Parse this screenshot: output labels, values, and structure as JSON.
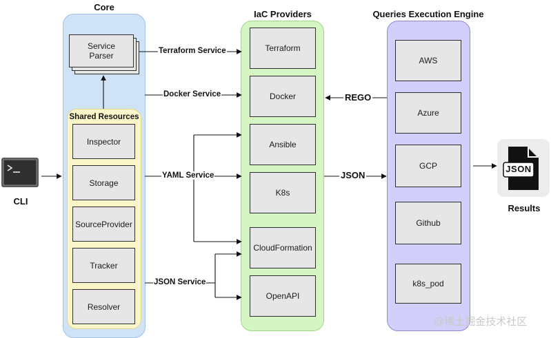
{
  "core": {
    "title": "Core",
    "service_parser": "Service Parser",
    "shared_resources": {
      "title": "Shared Resources",
      "items": [
        "Inspector",
        "Storage",
        "SourceProvider",
        "Tracker",
        "Resolver"
      ]
    }
  },
  "iac": {
    "title": "IaC Providers",
    "items": [
      "Terraform",
      "Docker",
      "Ansible",
      "K8s",
      "CloudFormation",
      "OpenAPI"
    ]
  },
  "engine": {
    "title": "Queries Execution Engine",
    "items": [
      "AWS",
      "Azure",
      "GCP",
      "Github",
      "k8s_pod"
    ]
  },
  "connections": {
    "terraform_service": "Terraform Service",
    "docker_service": "Docker Service",
    "yaml_service": "YAML Service",
    "json_service": "JSON Service",
    "rego": "REGO",
    "json": "JSON"
  },
  "cli": {
    "label": "CLI",
    "prompt": ">_"
  },
  "results": {
    "label": "Results",
    "icon_text": "JSON"
  },
  "watermark": "@稀土掘金技术社区"
}
